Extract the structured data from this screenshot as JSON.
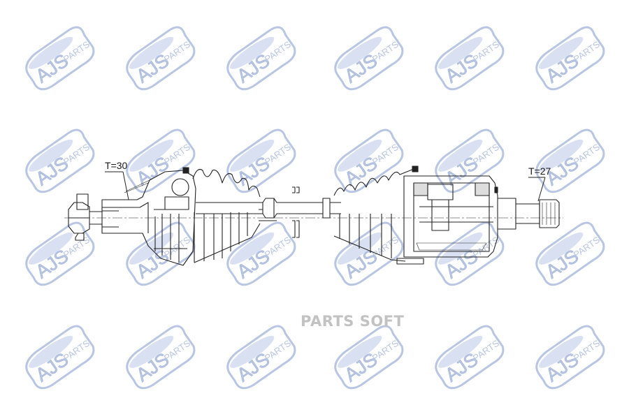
{
  "watermark": {
    "brand": "AJS",
    "suffix": "PARTS",
    "color": "#b9c6e3"
  },
  "drawing": {
    "left_label": "T=30",
    "right_label": "T=27",
    "line_color": "#222222"
  },
  "caption": "PARTS SOFT"
}
